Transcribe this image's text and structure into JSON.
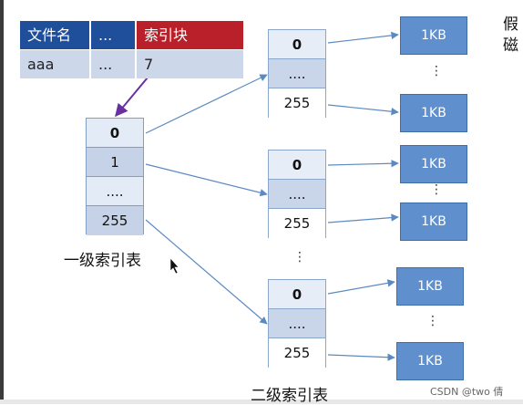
{
  "fcb": {
    "headers": [
      "文件名",
      "...",
      "索引块"
    ],
    "values": [
      "aaa",
      "...",
      "7"
    ]
  },
  "level1": {
    "cells": [
      "0",
      "1",
      "....",
      "255"
    ],
    "label": "一级索引表"
  },
  "level2": {
    "blocks": [
      {
        "cells": [
          "0",
          "....",
          "255"
        ]
      },
      {
        "cells": [
          "0",
          "....",
          "255"
        ]
      },
      {
        "cells": [
          "0",
          "....",
          "255"
        ]
      }
    ],
    "label": "二级索引表",
    "between_dots": "⋮"
  },
  "data_blocks": {
    "label": "1KB",
    "dots": "⋮"
  },
  "side_text": [
    "假",
    "磁"
  ],
  "watermark": "CSDN @two 倩",
  "colors": {
    "header_blue": "#1f4e9a",
    "header_red": "#b9202a",
    "block_blue": "#5f8fcc",
    "arrow_blue": "#5b8ac2",
    "pointer_purple": "#6a2fa0"
  }
}
